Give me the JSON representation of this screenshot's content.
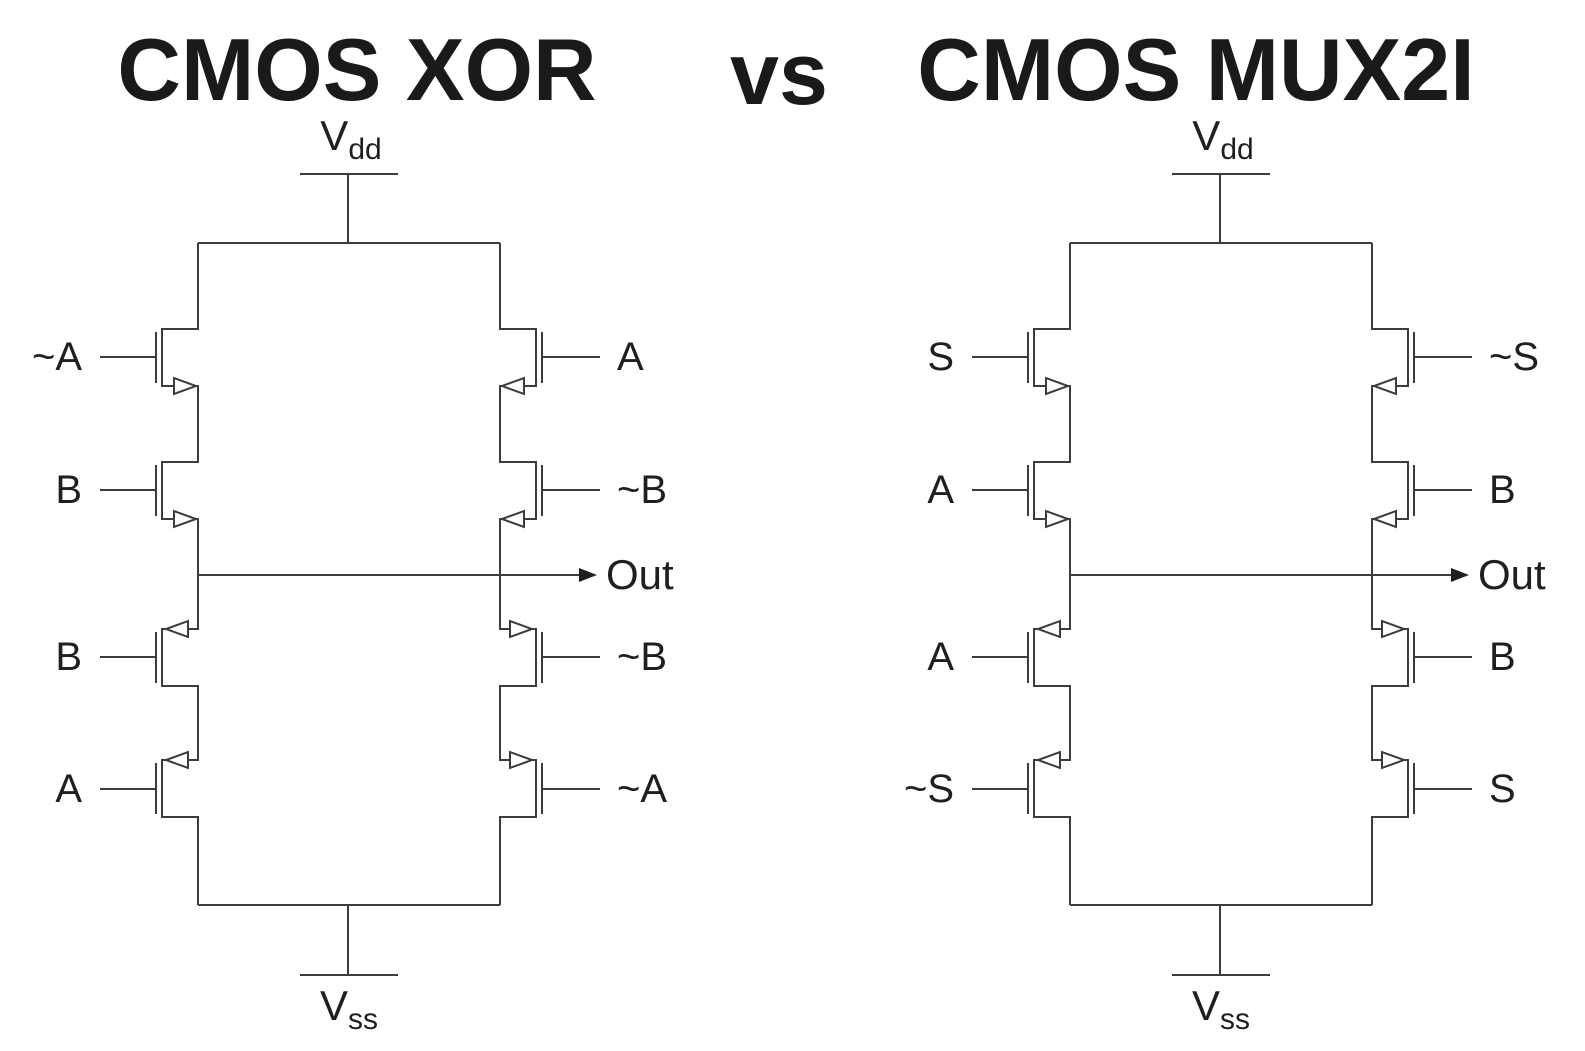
{
  "page": {
    "background": "#ffffff",
    "ink": "#1f1f1f",
    "wire_color": "#3c3c3c"
  },
  "header": {
    "title_left": "CMOS XOR",
    "separator": "vs",
    "title_right": "CMOS MUX2I"
  },
  "circuits": [
    {
      "title": "CMOS XOR",
      "power_top": {
        "main": "V",
        "sub": "dd"
      },
      "power_bottom": {
        "main": "V",
        "sub": "ss"
      },
      "output_label": "Out",
      "left_gates": [
        "~A",
        "B",
        "B",
        "A"
      ],
      "right_gates": [
        "A",
        "~B",
        "~B",
        "~A"
      ]
    },
    {
      "title": "CMOS MUX2I",
      "power_top": {
        "main": "V",
        "sub": "dd"
      },
      "power_bottom": {
        "main": "V",
        "sub": "ss"
      },
      "output_label": "Out",
      "left_gates": [
        "S",
        "A",
        "A",
        "~S"
      ],
      "right_gates": [
        "~S",
        "B",
        "B",
        "S"
      ]
    }
  ]
}
